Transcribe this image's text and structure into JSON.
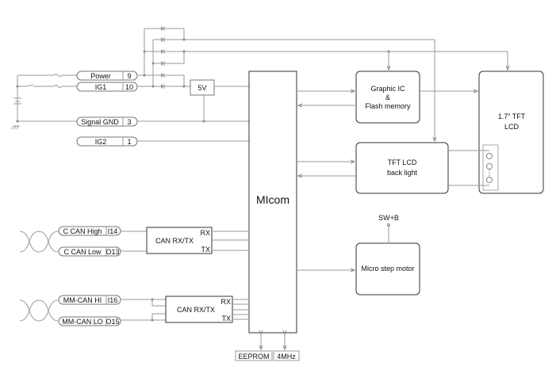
{
  "diagram": {
    "connectors": [
      {
        "label": "Power",
        "pin": "9"
      },
      {
        "label": "IG1",
        "pin": "10"
      },
      {
        "label": "Signal GND",
        "pin": "3"
      },
      {
        "label": "IG2",
        "pin": "1"
      },
      {
        "label": "C CAN High",
        "pin": "I14"
      },
      {
        "label": "C CAN Low",
        "pin": "O13"
      },
      {
        "label": "MM-CAN HI",
        "pin": "I16"
      },
      {
        "label": "MM-CAN LO",
        "pin": "O15"
      }
    ],
    "blocks": {
      "regulator": "5V",
      "micom": "MIcom",
      "graphic_ic_line1": "Graphic IC",
      "graphic_ic_line2": "&",
      "graphic_ic_line3": "Flash memory",
      "lcd_line1": "1.7\" TFT",
      "lcd_line2": "LCD",
      "backlight_line1": "TFT LCD",
      "backlight_line2": "back light",
      "motor": "Micro step motor",
      "motor_supply": "SW+B",
      "can1": "CAN RX/TX",
      "can2": "CAN RX/TX",
      "rx": "RX",
      "tx": "TX",
      "eeprom": "EEPROM",
      "clock": "4MHz"
    }
  }
}
